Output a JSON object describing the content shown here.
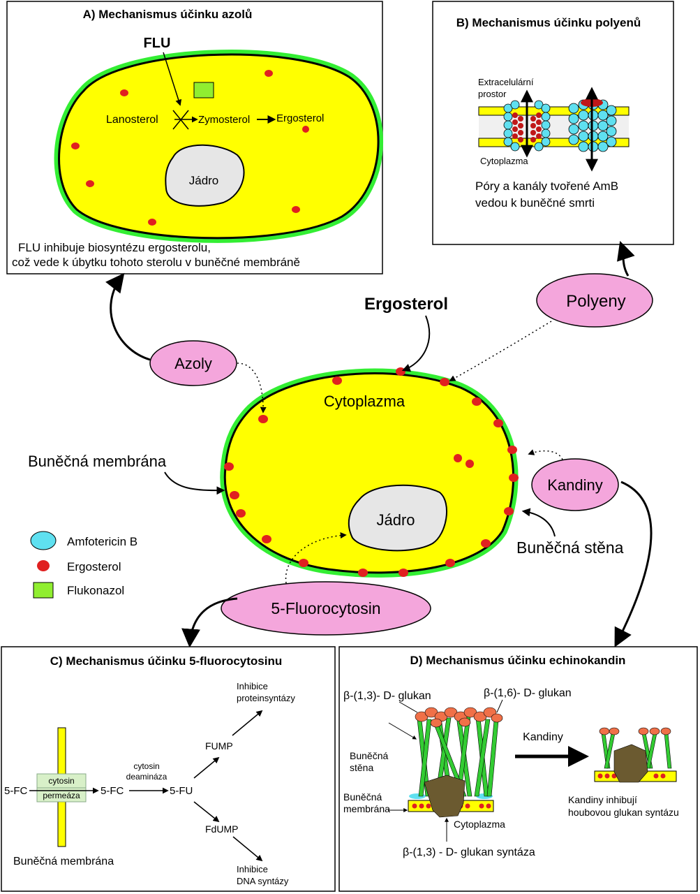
{
  "panel_a": {
    "title": "A) Mechanismus účinku azolů",
    "flu": "FLU",
    "lanosterol": "Lanosterol",
    "zymosterol": "Zymosterol",
    "ergosterol": "Ergosterol",
    "nucleus": "Jádro",
    "caption_line1": "FLU inhibuje biosyntézu ergosterolu,",
    "caption_line2": "což vede k úbytku tohoto sterolu v buněčné membráně"
  },
  "panel_b": {
    "title": "B) Mechanismus účinku polyenů",
    "extracellular_line1": "Extracelulární",
    "extracellular_line2": "prostor",
    "cytoplasm": "Cytoplazma",
    "caption_line1": "Póry a kanály tvořené AmB",
    "caption_line2": "vedou k buněčné smrti"
  },
  "center": {
    "ergosterol": "Ergosterol",
    "cytoplasm": "Cytoplazma",
    "nucleus": "Jádro",
    "membrane": "Buněčná membrána",
    "wall": "Buněčná stěna"
  },
  "drugs": {
    "azoles": "Azoly",
    "polyenes": "Polyeny",
    "candins": "Kandiny",
    "fluorocytosine": "5-Fluorocytosin"
  },
  "legend": [
    {
      "label": "Amfotericin B",
      "color": "#5fe0f0"
    },
    {
      "label": "Ergosterol",
      "color": "#e02020"
    },
    {
      "label": "Flukonazol",
      "color": "#90ee30"
    }
  ],
  "panel_c": {
    "title": "C) Mechanismus účinku 5-fluorocytosinu",
    "fc_left": "5-FC",
    "cytosin": "cytosin",
    "permease": "permeáza",
    "fc_right": "5-FC",
    "enzyme_line1": "cytosin",
    "enzyme_line2": "deamináza",
    "fu": "5-FU",
    "fump": "FUMP",
    "fdump": "FdUMP",
    "protein_line1": "Inhibice",
    "protein_line2": "proteinsyntázy",
    "dna_line1": "Inhibice",
    "dna_line2": "DNA syntázy",
    "membrane": "Buněčná membrána"
  },
  "panel_d": {
    "title": "D) Mechanismus účinku echinokandin",
    "glucan13": "β-(1,3)- D- glukan",
    "glucan16": "β-(1,6)- D- glukan",
    "wall_line1": "Buněčná",
    "wall_line2": "stěna",
    "membrane_line1": "Buněčná",
    "membrane_line2": "membrána",
    "cytoplasm": "Cytoplazma",
    "synthase": "β-(1,3) - D- glukan syntáza",
    "candins": "Kandiny",
    "caption_line1": "Kandiny inhibují",
    "caption_line2": "houbovou glukan syntázu"
  },
  "colors": {
    "cytoplasm": "#ffff00",
    "wall": "#33ee33",
    "ergosterol": "#e02020",
    "drug_bubble": "#f4a6dc",
    "amb": "#5fe0f0",
    "nucleus": "#e6e6e6",
    "glucan": "#33cc33",
    "synthase": "#6b5a30",
    "head": "#f07048"
  }
}
